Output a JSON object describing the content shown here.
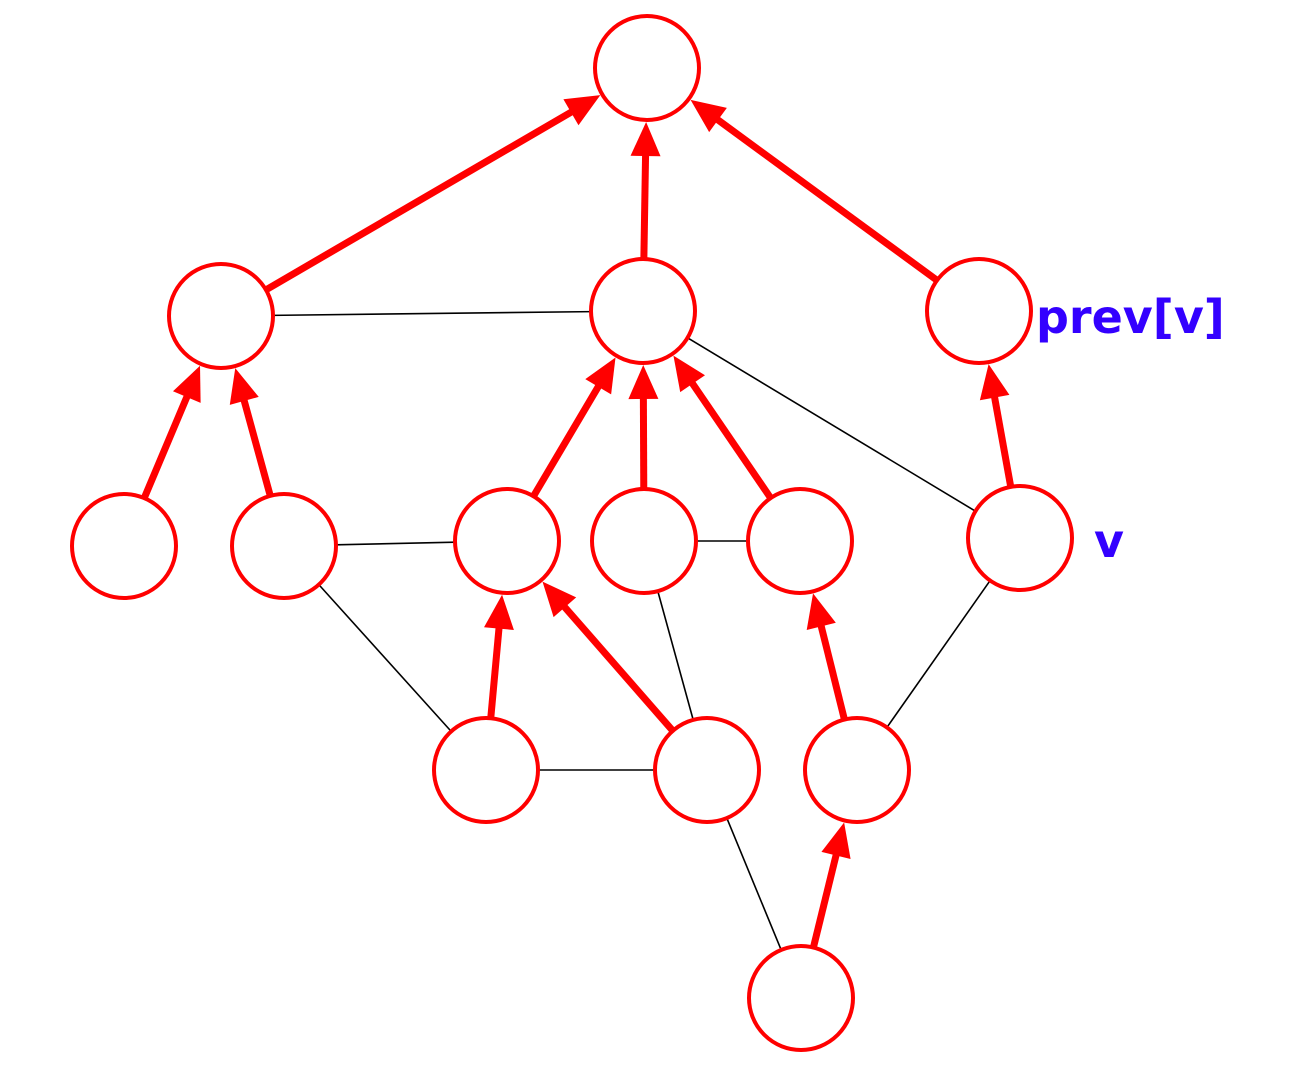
{
  "diagram": {
    "colors": {
      "node_stroke": "#ff0000",
      "node_fill": "#ffffff",
      "tree_edge": "#ff0000",
      "graph_edge": "#000000",
      "label": "#3300ff"
    },
    "labels": {
      "prev_v": "prev[v]",
      "v": "v"
    },
    "nodes": [
      {
        "id": "root"
      },
      {
        "id": "l1-left"
      },
      {
        "id": "l1-mid"
      },
      {
        "id": "l1-right"
      },
      {
        "id": "l2-a"
      },
      {
        "id": "l2-b"
      },
      {
        "id": "l2-c"
      },
      {
        "id": "l2-d"
      },
      {
        "id": "l2-e"
      },
      {
        "id": "l2-f"
      },
      {
        "id": "l3-a"
      },
      {
        "id": "l3-b"
      },
      {
        "id": "l3-c"
      },
      {
        "id": "l4-a"
      }
    ],
    "tree_edges": [
      {
        "from": "l1-left",
        "to": "root"
      },
      {
        "from": "l1-mid",
        "to": "root"
      },
      {
        "from": "l1-right",
        "to": "root"
      },
      {
        "from": "l2-a",
        "to": "l1-left"
      },
      {
        "from": "l2-b",
        "to": "l1-left"
      },
      {
        "from": "l2-c",
        "to": "l1-mid"
      },
      {
        "from": "l2-d",
        "to": "l1-mid"
      },
      {
        "from": "l2-e",
        "to": "l1-mid"
      },
      {
        "from": "l2-f",
        "to": "l1-right"
      },
      {
        "from": "l3-a",
        "to": "l2-c"
      },
      {
        "from": "l3-b",
        "to": "l2-c"
      },
      {
        "from": "l3-c",
        "to": "l2-e"
      },
      {
        "from": "l4-a",
        "to": "l3-c"
      }
    ],
    "graph_edges": [
      {
        "from": "l1-left",
        "to": "l1-mid"
      },
      {
        "from": "l1-mid",
        "to": "l2-f"
      },
      {
        "from": "l2-b",
        "to": "l2-c"
      },
      {
        "from": "l2-d",
        "to": "l2-e"
      },
      {
        "from": "l2-b",
        "to": "l3-a"
      },
      {
        "from": "l2-d",
        "to": "l3-b"
      },
      {
        "from": "l2-f",
        "to": "l3-c"
      },
      {
        "from": "l3-a",
        "to": "l3-b"
      },
      {
        "from": "l3-b",
        "to": "l4-a"
      }
    ]
  }
}
